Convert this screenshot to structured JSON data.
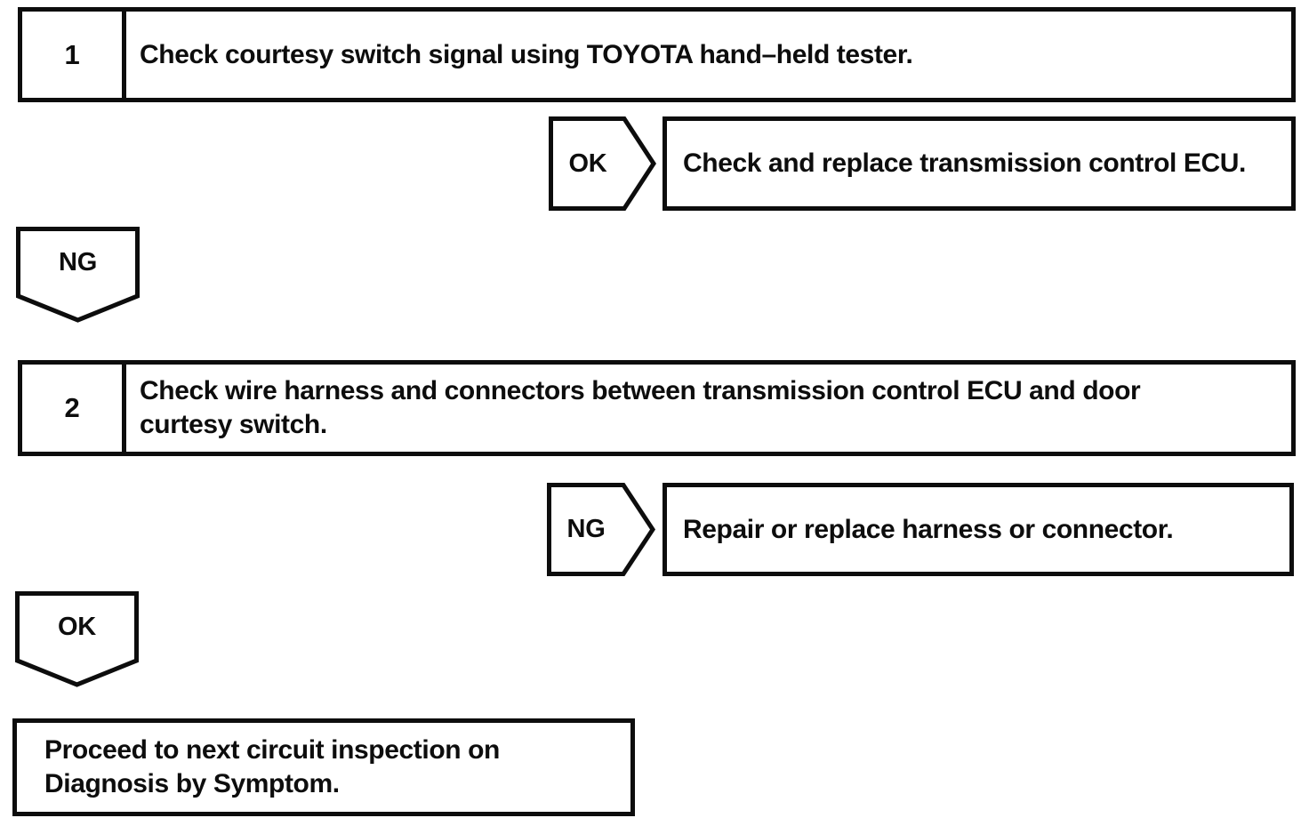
{
  "page": {
    "background_color": "#ffffff",
    "ink_color": "#0d0d0d"
  },
  "flowchart": {
    "steps": [
      {
        "number": "1",
        "instruction": "Check courtesy switch signal using TOYOTA hand–held tester."
      },
      {
        "number": "2",
        "instruction": "Check wire harness and connectors between transmission control ECU and door\ncurtesy switch."
      }
    ],
    "branches": [
      {
        "result": "OK",
        "action": "Check and replace transmission control ECU."
      },
      {
        "result": "NG",
        "action": "Repair or replace harness or connector."
      }
    ],
    "connectors": [
      {
        "label": "NG"
      },
      {
        "label": "OK"
      }
    ],
    "terminal": {
      "text": "Proceed to next circuit inspection on\nDiagnosis by Symptom."
    }
  }
}
